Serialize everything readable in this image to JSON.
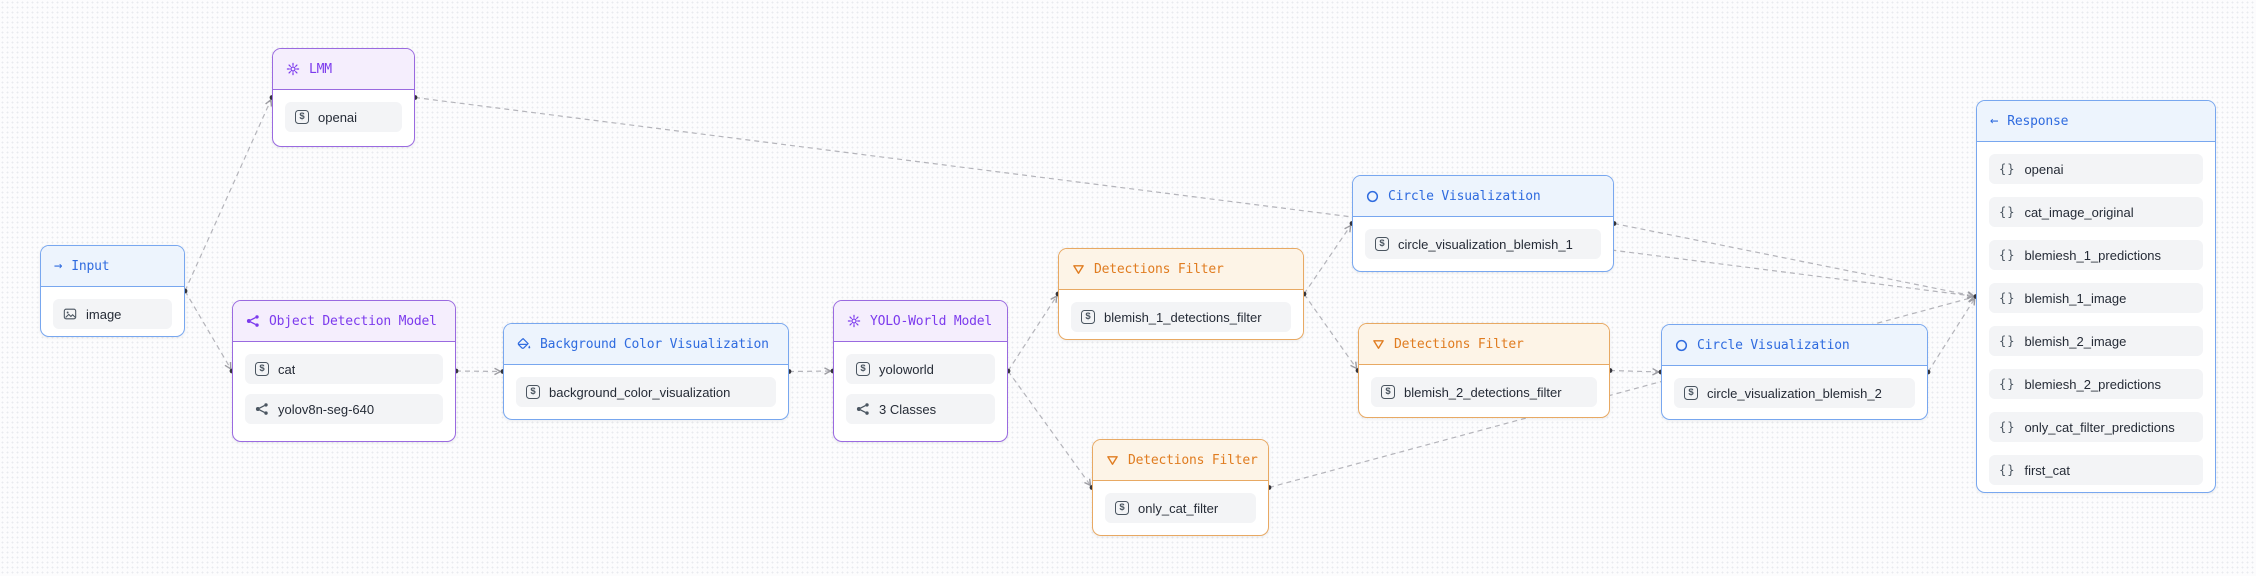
{
  "app": {
    "name": "workflow-editor-canvas",
    "edge_color": "#b4b4ba",
    "handle_color": "#36363c",
    "colors": {
      "purple": "#7c3aed",
      "blue": "#2f6bdf",
      "orange": "#e07c20"
    }
  },
  "nodes": {
    "lmm": {
      "title": "LMM",
      "color": "purple",
      "header_icon": "gear-icon",
      "items": [
        {
          "icon": "dollar-square-icon",
          "label": "openai"
        }
      ]
    },
    "input": {
      "title": "Input",
      "color": "blue",
      "header_icon": "arrow-right-icon",
      "header_glyph": "→",
      "items": [
        {
          "icon": "image-icon",
          "label": "image"
        }
      ]
    },
    "object_detection_model": {
      "title": "Object Detection Model",
      "color": "purple",
      "header_icon": "network-icon",
      "items": [
        {
          "icon": "dollar-square-icon",
          "label": "cat"
        },
        {
          "icon": "network-icon",
          "label": "yolov8n-seg-640"
        }
      ]
    },
    "background_color_visualization": {
      "title": "Background Color Visualization",
      "color": "blue",
      "header_icon": "paint-bucket-icon",
      "items": [
        {
          "icon": "dollar-square-icon",
          "label": "background_color_visualization"
        }
      ]
    },
    "yolo_world_model": {
      "title": "YOLO-World Model",
      "color": "purple",
      "header_icon": "gear-icon",
      "items": [
        {
          "icon": "dollar-square-icon",
          "label": "yoloworld"
        },
        {
          "icon": "network-icon",
          "label": "3 Classes"
        }
      ]
    },
    "detections_filter_1": {
      "title": "Detections Filter",
      "color": "orange",
      "header_icon": "funnel-icon",
      "items": [
        {
          "icon": "dollar-square-icon",
          "label": "blemish_1_detections_filter"
        }
      ]
    },
    "circle_visualization_1": {
      "title": "Circle Visualization",
      "color": "blue",
      "header_icon": "circle-icon",
      "items": [
        {
          "icon": "dollar-square-icon",
          "label": "circle_visualization_blemish_1"
        }
      ]
    },
    "detections_filter_2": {
      "title": "Detections Filter",
      "color": "orange",
      "header_icon": "funnel-icon",
      "items": [
        {
          "icon": "dollar-square-icon",
          "label": "blemish_2_detections_filter"
        }
      ]
    },
    "circle_visualization_2": {
      "title": "Circle Visualization",
      "color": "blue",
      "header_icon": "circle-icon",
      "items": [
        {
          "icon": "dollar-square-icon",
          "label": "circle_visualization_blemish_2"
        }
      ]
    },
    "detections_filter_3": {
      "title": "Detections Filter",
      "color": "orange",
      "header_icon": "funnel-icon",
      "items": [
        {
          "icon": "dollar-square-icon",
          "label": "only_cat_filter"
        }
      ]
    },
    "response": {
      "title": "Response",
      "color": "blue",
      "header_icon": "arrow-left-icon",
      "header_glyph": "←",
      "items": [
        {
          "icon": "braces-icon",
          "label": "openai"
        },
        {
          "icon": "braces-icon",
          "label": "cat_image_original"
        },
        {
          "icon": "braces-icon",
          "label": "blemiesh_1_predictions"
        },
        {
          "icon": "braces-icon",
          "label": "blemish_1_image"
        },
        {
          "icon": "braces-icon",
          "label": "blemish_2_image"
        },
        {
          "icon": "braces-icon",
          "label": "blemiesh_2_predictions"
        },
        {
          "icon": "braces-icon",
          "label": "only_cat_filter_predictions"
        },
        {
          "icon": "braces-icon",
          "label": "first_cat"
        }
      ]
    }
  },
  "edges": [
    {
      "from": "input",
      "to": "lmm"
    },
    {
      "from": "input",
      "to": "object_detection_model"
    },
    {
      "from": "object_detection_model",
      "to": "background_color_visualization"
    },
    {
      "from": "background_color_visualization",
      "to": "yolo_world_model"
    },
    {
      "from": "yolo_world_model",
      "to": "detections_filter_1"
    },
    {
      "from": "yolo_world_model",
      "to": "detections_filter_3"
    },
    {
      "from": "detections_filter_1",
      "to": "circle_visualization_1"
    },
    {
      "from": "detections_filter_1",
      "to": "detections_filter_2"
    },
    {
      "from": "detections_filter_2",
      "to": "circle_visualization_2"
    },
    {
      "from": "circle_visualization_1",
      "to": "response"
    },
    {
      "from": "circle_visualization_2",
      "to": "response"
    },
    {
      "from": "detections_filter_3",
      "to": "response"
    },
    {
      "from": "lmm",
      "to": "response"
    }
  ]
}
